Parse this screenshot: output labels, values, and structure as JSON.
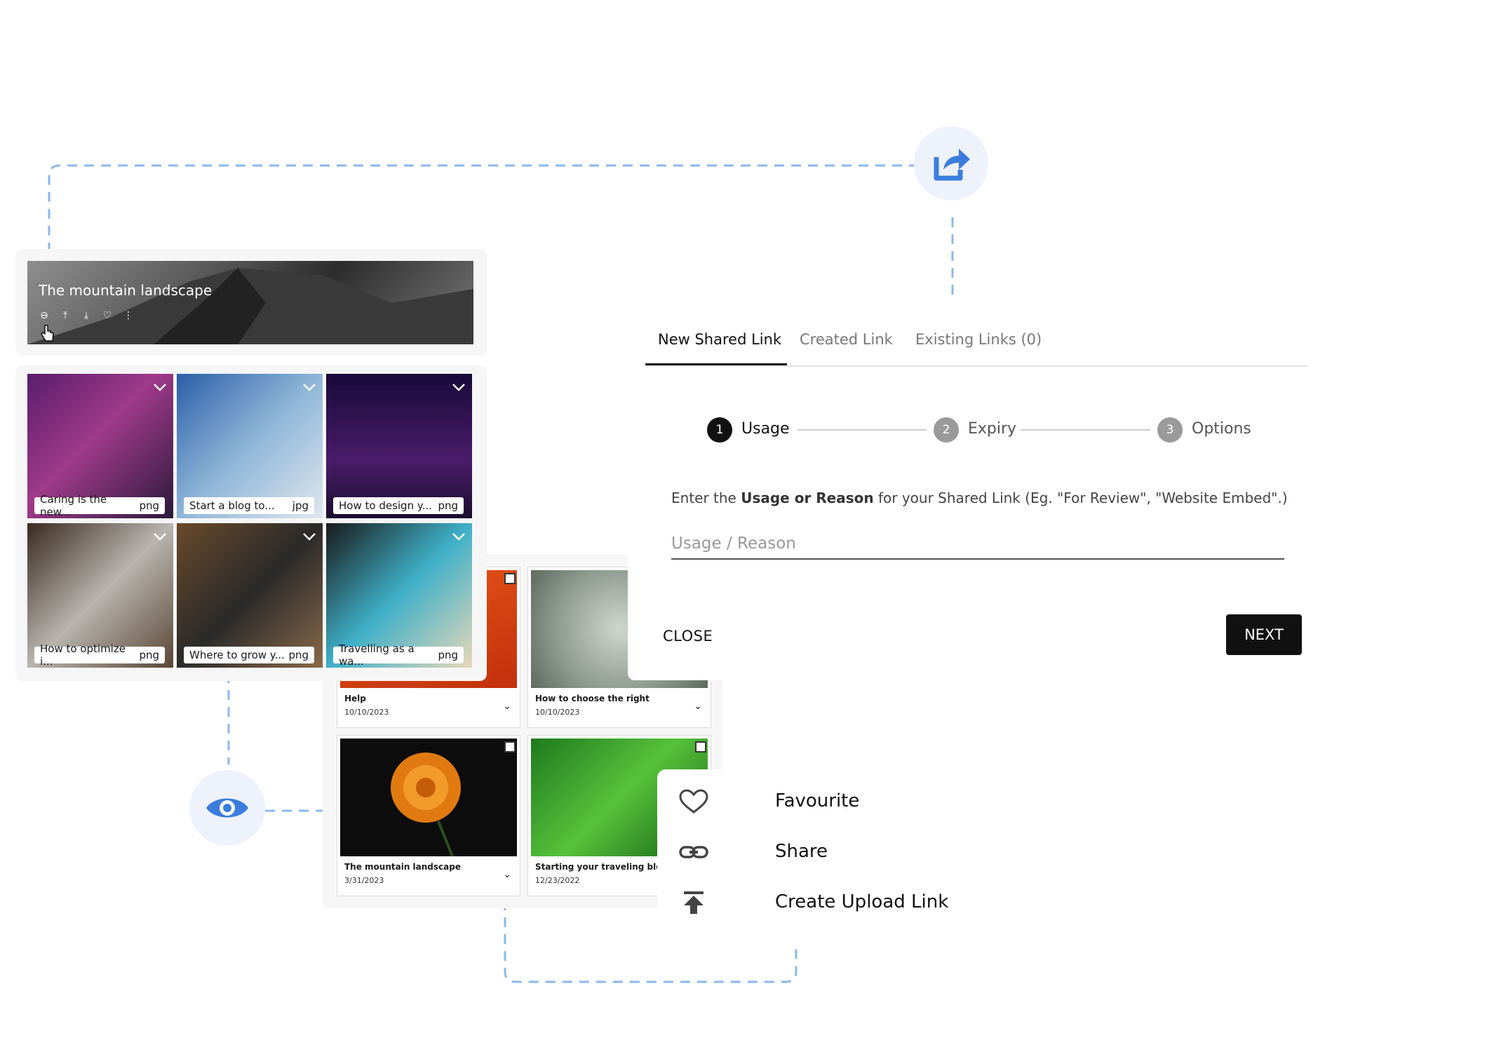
{
  "hero": {
    "title": "The mountain landscape"
  },
  "gallery": [
    {
      "name": "Caring is the new...",
      "ext": "png"
    },
    {
      "name": "Start a blog to...",
      "ext": "jpg"
    },
    {
      "name": "How to design y...",
      "ext": "png"
    },
    {
      "name": "How to optimize i...",
      "ext": "png"
    },
    {
      "name": "Where to grow y...",
      "ext": "png"
    },
    {
      "name": "Travelling as a wa...",
      "ext": "png"
    }
  ],
  "cards": [
    {
      "title": "Help",
      "date": "10/10/2023"
    },
    {
      "title": "How to choose the right",
      "date": "10/10/2023"
    },
    {
      "title": "The mountain landscape",
      "date": "3/31/2023"
    },
    {
      "title": "Starting your traveling blog",
      "date": "12/23/2022"
    }
  ],
  "dialog": {
    "tabs": [
      "New Shared Link",
      "Created Link",
      "Existing Links (0)"
    ],
    "steps": [
      {
        "num": "1",
        "label": "Usage"
      },
      {
        "num": "2",
        "label": "Expiry"
      },
      {
        "num": "3",
        "label": "Options"
      }
    ],
    "prompt_pre": "Enter the ",
    "prompt_bold": "Usage or Reason",
    "prompt_post": " for your Shared Link (Eg. \"For Review\", \"Website Embed\".)",
    "field_placeholder": "Usage / Reason",
    "close_label": "CLOSE",
    "next_label": "NEXT"
  },
  "menu": [
    {
      "icon": "heart-icon",
      "label": "Favourite"
    },
    {
      "icon": "link-icon",
      "label": "Share"
    },
    {
      "icon": "upload-icon",
      "label": "Create Upload Link"
    }
  ],
  "colors": {
    "accent": "#3b7ddd",
    "dash": "#8bb8ea",
    "badge_bg": "#eef2fb",
    "step_active": "#111111",
    "step_inactive": "#9a9a9a"
  }
}
